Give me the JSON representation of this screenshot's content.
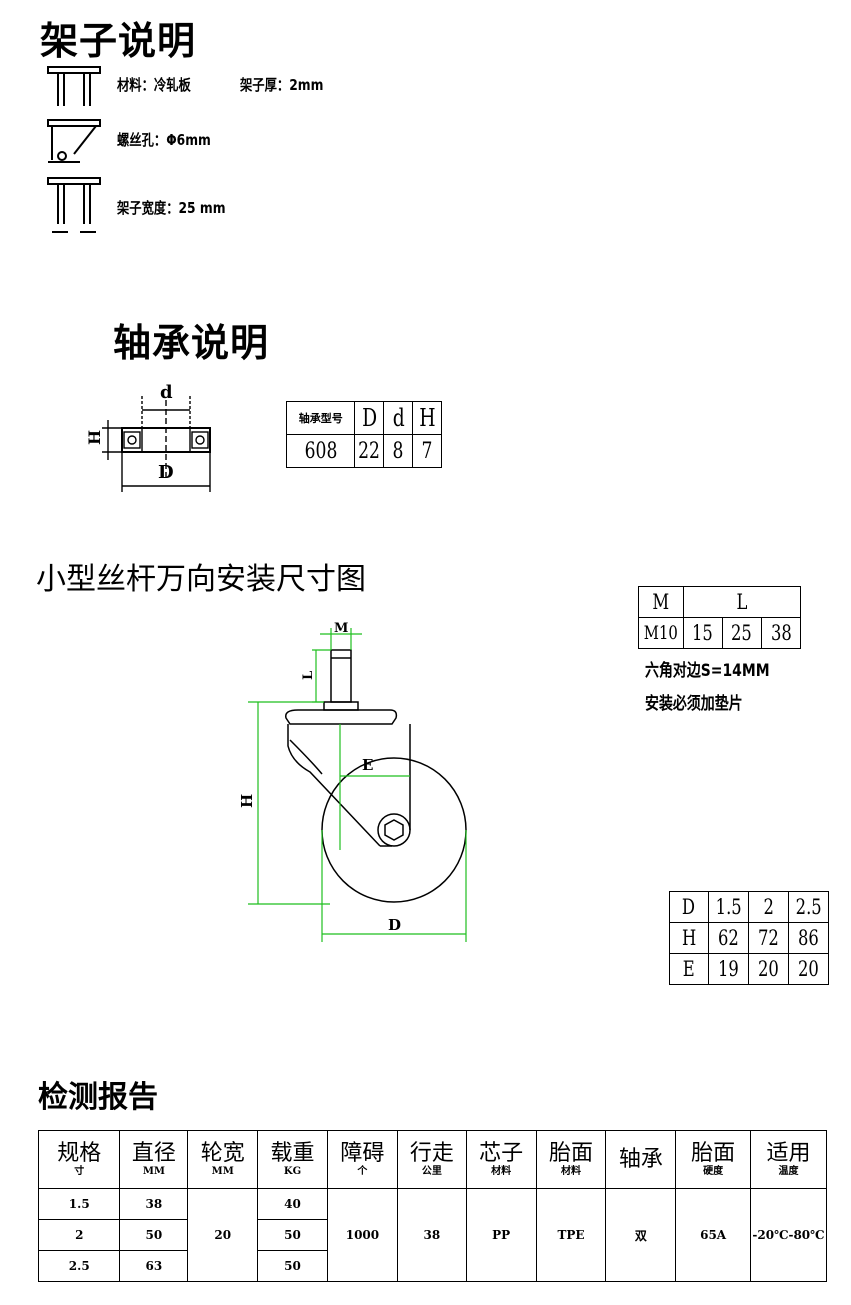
{
  "frame": {
    "title": "架子说明",
    "material": "材料：冷轧板",
    "thickness": "架子厚：2mm",
    "screw_hole": "螺丝孔：Φ6mm",
    "width": "架子宽度：25 mm"
  },
  "bearing": {
    "title": "轴承说明",
    "diagram_labels": {
      "d": "d",
      "D": "D",
      "H": "H"
    },
    "table": {
      "headers": [
        "轴承型号",
        "D",
        "d",
        "H"
      ],
      "row": [
        "608",
        "22",
        "8",
        "7"
      ]
    }
  },
  "install": {
    "title": "小型丝杆万向安装尺寸图",
    "diagram_labels": {
      "M": "M",
      "L": "L",
      "H": "H",
      "E": "E",
      "D": "D"
    },
    "ml_table": {
      "headers": [
        "M",
        "L"
      ],
      "row": [
        "M10",
        "15",
        "25",
        "38"
      ]
    },
    "notes": [
      "六角对边S=14MM",
      "安装必须加垫片"
    ],
    "dhe_table": [
      [
        "D",
        "1.5",
        "2",
        "2.5"
      ],
      [
        "H",
        "62",
        "72",
        "86"
      ],
      [
        "E",
        "19",
        "20",
        "20"
      ]
    ]
  },
  "report": {
    "title": "检测报告",
    "headers": [
      {
        "main": "规格",
        "sub": "寸"
      },
      {
        "main": "直径",
        "sub": "MM"
      },
      {
        "main": "轮宽",
        "sub": "MM"
      },
      {
        "main": "载重",
        "sub": "KG"
      },
      {
        "main": "障碍",
        "sub": "个"
      },
      {
        "main": "行走",
        "sub": "公里"
      },
      {
        "main": "芯子",
        "sub": "材料"
      },
      {
        "main": "胎面",
        "sub": "材料"
      },
      {
        "main": "轴承",
        "sub": ""
      },
      {
        "main": "胎面",
        "sub": "硬度"
      },
      {
        "main": "适用",
        "sub": "温度"
      }
    ],
    "sizes": [
      "1.5",
      "2",
      "2.5"
    ],
    "diameters": [
      "38",
      "50",
      "63"
    ],
    "loads": [
      "40",
      "50",
      "50"
    ],
    "wheel_width": "20",
    "obstacles": "1000",
    "distance": "38",
    "core_material": "PP",
    "tread_material": "TPE",
    "bearing_type": "双",
    "hardness": "65A",
    "temperature": "-20℃-80℃"
  },
  "colors": {
    "dimension": "#1fbf1f",
    "ink": "#000000"
  }
}
